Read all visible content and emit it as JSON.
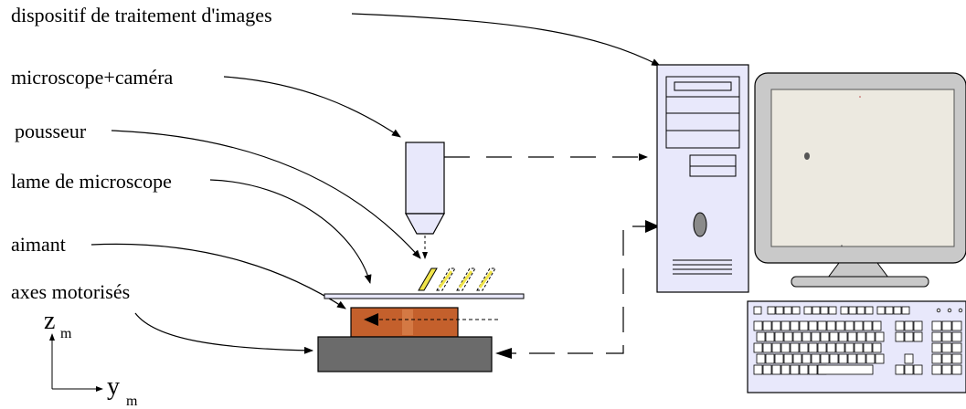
{
  "labels": {
    "image_processing": "dispositif de traitement d'images",
    "microscope_camera": "microscope+caméra",
    "pusher": "pousseur",
    "slide": "lame de microscope",
    "magnet": "aimant",
    "motorized_axes": "axes motorisés"
  },
  "axes": {
    "z": "z",
    "z_sub": "m",
    "y": "y",
    "y_sub": "m"
  },
  "colors": {
    "case_fill": "#e8e8fb",
    "magnet_fill": "#c4602c",
    "stage_fill": "#6b6b6b",
    "pusher_fill": "#f0e44a",
    "monitor_bezel": "#c9c9c9",
    "screen_fill": "#ece9e0"
  }
}
